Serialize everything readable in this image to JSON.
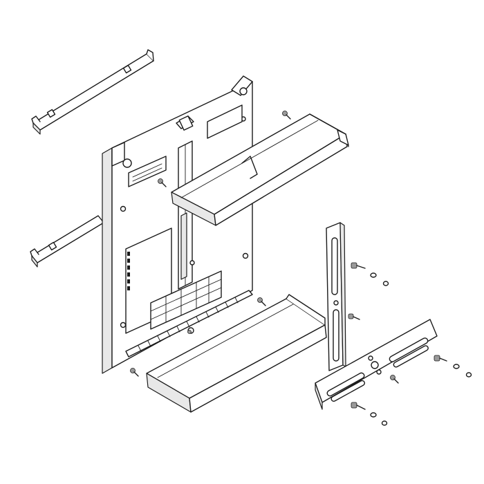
{
  "diagram": {
    "kind": "exploded-assembly-line-drawing",
    "stroke_color": "#1a1a1a",
    "fill_color": "#ffffff",
    "shade_color": "#e8e8e8",
    "parts": [
      {
        "id": "upper-mounting-rail",
        "icon": "rail"
      },
      {
        "id": "lower-mounting-rail",
        "icon": "rail"
      },
      {
        "id": "main-frame",
        "icon": "frame"
      },
      {
        "id": "upper-tray-cover",
        "icon": "tray"
      },
      {
        "id": "lower-tray-cover",
        "icon": "tray"
      },
      {
        "id": "vertical-slotted-bracket",
        "icon": "bracket"
      },
      {
        "id": "horizontal-slotted-bracket",
        "icon": "bracket"
      },
      {
        "id": "bolt-set",
        "icon": "bolt",
        "count": 4
      },
      {
        "id": "self-tapping-screw",
        "icon": "screw",
        "count": 6
      }
    ]
  }
}
